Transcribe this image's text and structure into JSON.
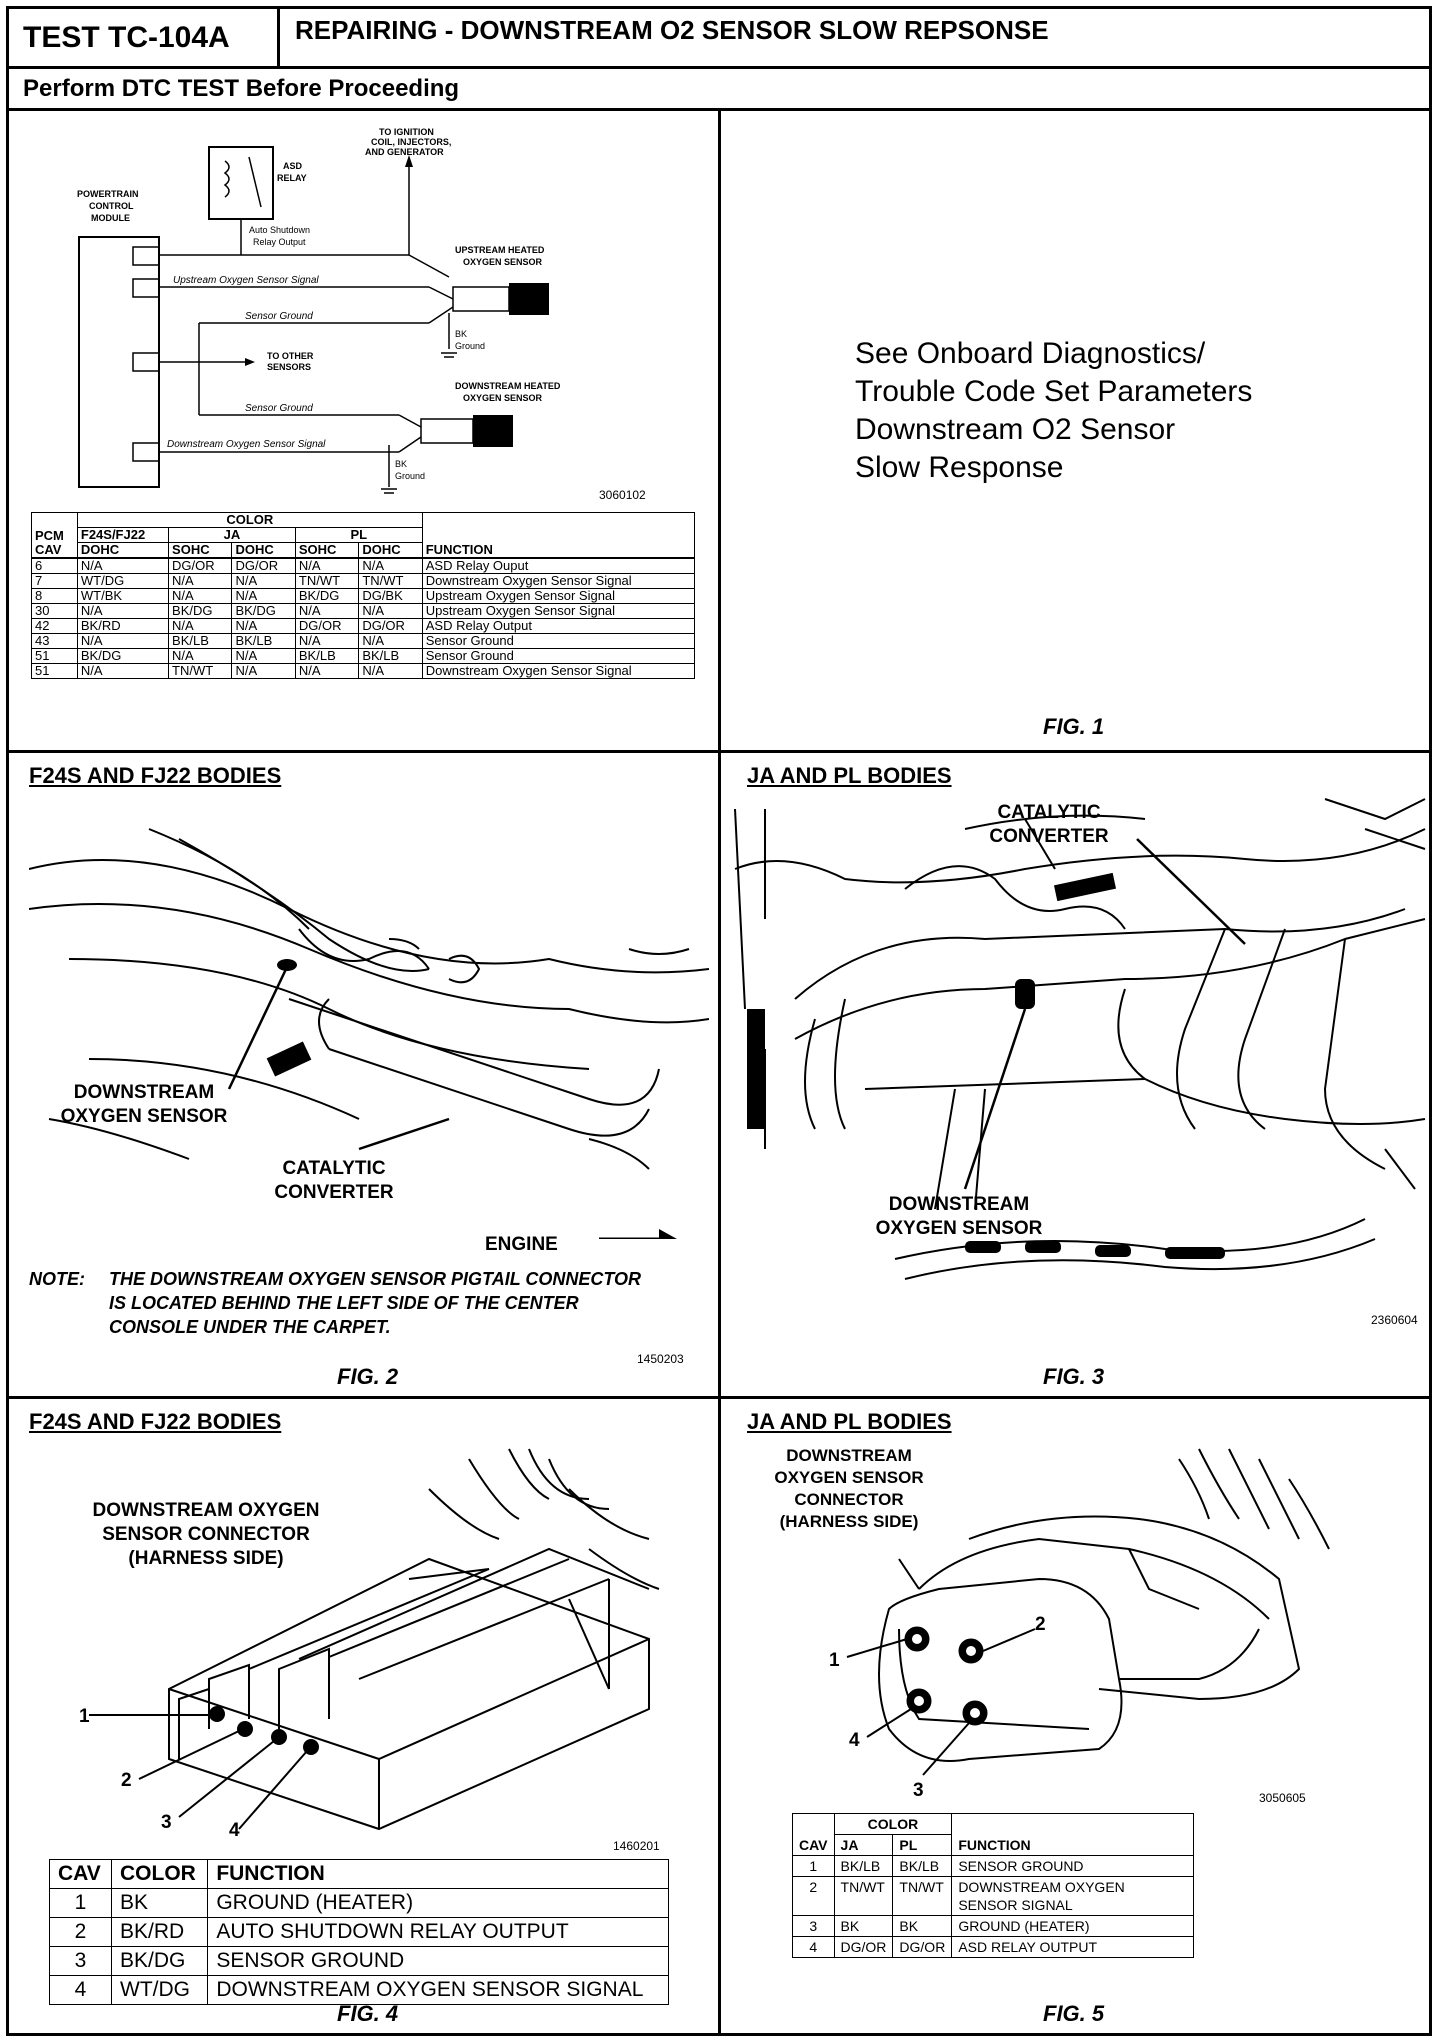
{
  "header": {
    "test_id": "TEST TC-104A",
    "title": "REPAIRING - DOWNSTREAM O2 SENSOR SLOW REPSONSE",
    "subtitle": "Perform DTC TEST Before Proceeding"
  },
  "fig1": {
    "label": "FIG. 1",
    "code": "3060102",
    "diagram": {
      "pcm": "POWERTRAIN CONTROL MODULE",
      "asd_relay": "ASD RELAY",
      "asd_output": "Auto Shutdown Relay Output",
      "to_ignition": "TO IGNITION COIL, INJECTORS, AND GENERATOR",
      "upstream_signal": "Upstream Oxygen Sensor Signal",
      "upstream_sensor": "UPSTREAM HEATED OXYGEN SENSOR",
      "sensor_ground": "Sensor Ground",
      "to_other": "TO OTHER SENSORS",
      "downstream_sensor": "DOWNSTREAM HEATED OXYGEN SENSOR",
      "downstream_signal": "Downstream Oxygen Sensor Signal",
      "bk": "BK",
      "ground": "Ground"
    },
    "table": {
      "color_header": "COLOR",
      "pcm": "PCM",
      "cav": "CAV",
      "groups": [
        "F24S/FJ22",
        "JA",
        "PL"
      ],
      "sub": [
        "DOHC",
        "SOHC",
        "DOHC",
        "SOHC",
        "DOHC"
      ],
      "function": "FUNCTION",
      "rows": [
        [
          "6",
          "N/A",
          "DG/OR",
          "DG/OR",
          "N/A",
          "N/A",
          "ASD Relay Ouput"
        ],
        [
          "7",
          "WT/DG",
          "N/A",
          "N/A",
          "TN/WT",
          "TN/WT",
          "Downstream Oxygen Sensor Signal"
        ],
        [
          "8",
          "WT/BK",
          "N/A",
          "N/A",
          "BK/DG",
          "DG/BK",
          "Upstream Oxygen Sensor Signal"
        ],
        [
          "30",
          "N/A",
          "BK/DG",
          "BK/DG",
          "N/A",
          "N/A",
          "Upstream Oxygen Sensor Signal"
        ],
        [
          "42",
          "BK/RD",
          "N/A",
          "N/A",
          "DG/OR",
          "DG/OR",
          "ASD Relay Output"
        ],
        [
          "43",
          "N/A",
          "BK/LB",
          "BK/LB",
          "N/A",
          "N/A",
          "Sensor Ground"
        ],
        [
          "51",
          "BK/DG",
          "N/A",
          "N/A",
          "BK/LB",
          "BK/LB",
          "Sensor Ground"
        ],
        [
          "51",
          "N/A",
          "TN/WT",
          "N/A",
          "N/A",
          "N/A",
          "Downstream Oxygen Sensor Signal"
        ]
      ]
    },
    "see_text": [
      "See Onboard Diagnostics/",
      "Trouble Code Set Parameters",
      "Downstream O2 Sensor",
      "Slow Response"
    ]
  },
  "fig2": {
    "title": "F24S AND FJ22 BODIES",
    "label": "FIG. 2",
    "code": "1450203",
    "downstream": "DOWNSTREAM OXYGEN SENSOR",
    "catalytic": "CATALYTIC CONVERTER",
    "engine": "ENGINE",
    "note_label": "NOTE:",
    "note": "THE DOWNSTREAM OXYGEN SENSOR PIGTAIL CONNECTOR IS LOCATED BEHIND THE LEFT SIDE OF THE CENTER CONSOLE UNDER THE CARPET."
  },
  "fig3": {
    "title": "JA AND PL BODIES",
    "label": "FIG. 3",
    "code": "2360604",
    "catalytic": "CATALYTIC CONVERTER",
    "downstream": "DOWNSTREAM OXYGEN SENSOR"
  },
  "fig4": {
    "title": "F24S AND FJ22 BODIES",
    "label": "FIG. 4",
    "code": "1460201",
    "connector": "DOWNSTREAM OXYGEN SENSOR CONNECTOR (HARNESS SIDE)",
    "pins": [
      "1",
      "2",
      "3",
      "4"
    ],
    "table": {
      "headers": [
        "CAV",
        "COLOR",
        "FUNCTION"
      ],
      "rows": [
        [
          "1",
          "BK",
          "GROUND (HEATER)"
        ],
        [
          "2",
          "BK/RD",
          "AUTO SHUTDOWN RELAY OUTPUT"
        ],
        [
          "3",
          "BK/DG",
          "SENSOR GROUND"
        ],
        [
          "4",
          "WT/DG",
          "DOWNSTREAM OXYGEN SENSOR SIGNAL"
        ]
      ]
    }
  },
  "fig5": {
    "title": "JA AND PL BODIES",
    "label": "FIG. 5",
    "code": "3050605",
    "connector": "DOWNSTREAM OXYGEN SENSOR CONNECTOR (HARNESS SIDE)",
    "pins": [
      "1",
      "2",
      "3",
      "4"
    ],
    "table": {
      "color": "COLOR",
      "cav": "CAV",
      "ja": "JA",
      "pl": "PL",
      "function": "FUNCTION",
      "rows": [
        [
          "1",
          "BK/LB",
          "BK/LB",
          "SENSOR GROUND"
        ],
        [
          "2",
          "TN/WT",
          "TN/WT",
          "DOWNSTREAM OXYGEN SENSOR SIGNAL"
        ],
        [
          "3",
          "BK",
          "BK",
          "GROUND (HEATER)"
        ],
        [
          "4",
          "DG/OR",
          "DG/OR",
          "ASD RELAY OUTPUT"
        ]
      ]
    }
  }
}
